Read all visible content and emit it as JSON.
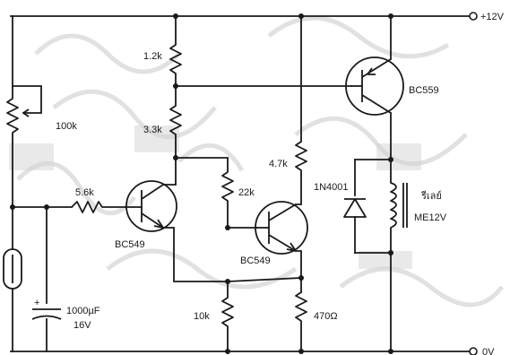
{
  "rails": {
    "vcc": "+12V",
    "gnd": "0V"
  },
  "components": {
    "r_1k2": "1.2k",
    "r_3k3": "3.3k",
    "pot_100k": "100k",
    "r_5k6": "5.6k",
    "r_22k": "22k",
    "r_4k7": "4.7k",
    "r_10k": "10k",
    "r_470": "470Ω",
    "cap_value": "1000µF",
    "cap_voltage": "16V",
    "q1": "BC549",
    "q2": "BC549",
    "q3": "BC559",
    "diode": "1N4001",
    "relay_thai": "รีเลย์",
    "relay_model": "ME12V"
  }
}
